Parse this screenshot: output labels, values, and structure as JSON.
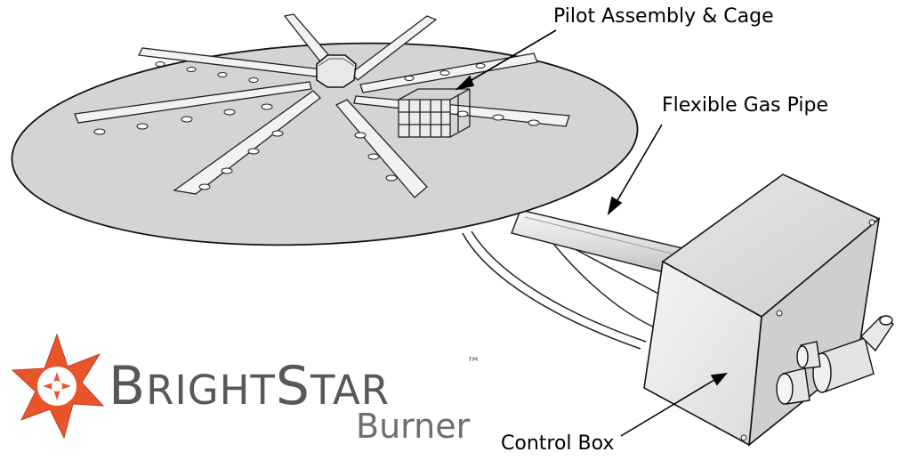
{
  "labels": {
    "pilot": "Pilot Assembly & Cage",
    "pipe": "Flexible Gas Pipe",
    "control": "Control Box"
  },
  "logo": {
    "word1_cap": "B",
    "word1_rest": "RIGHT",
    "word2_cap": "S",
    "word2_rest": "TAR",
    "trademark": "™",
    "subtitle": "Burner",
    "star_color": "#e8552b",
    "text_color": "#58585a"
  }
}
